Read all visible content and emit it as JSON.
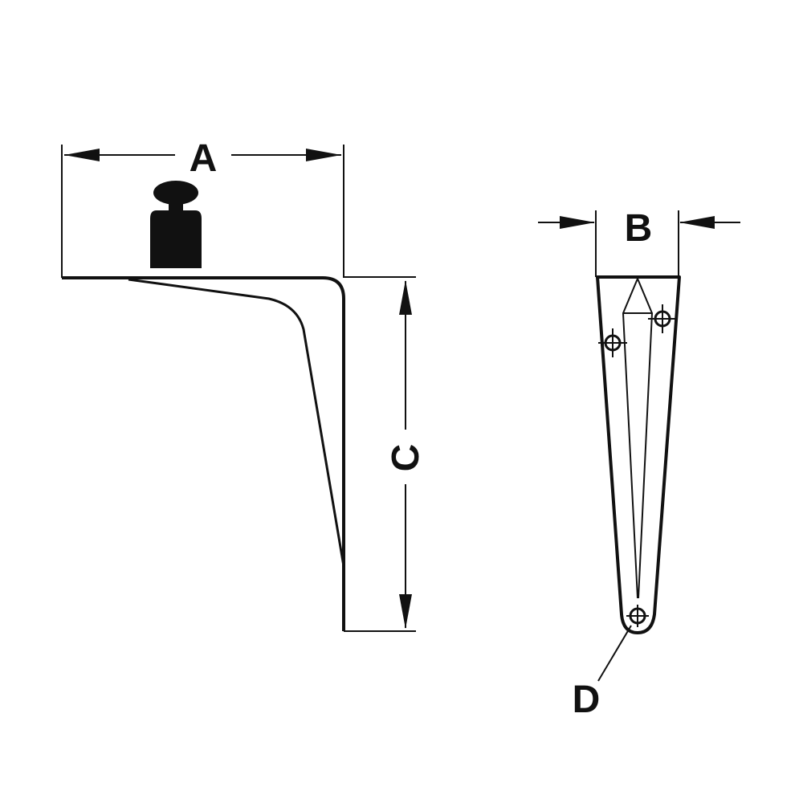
{
  "labels": {
    "A": "A",
    "B": "B",
    "C": "C",
    "D": "D"
  },
  "colors": {
    "ink": "#111111",
    "background": "#ffffff"
  },
  "icons": {
    "load": "weight-icon"
  }
}
